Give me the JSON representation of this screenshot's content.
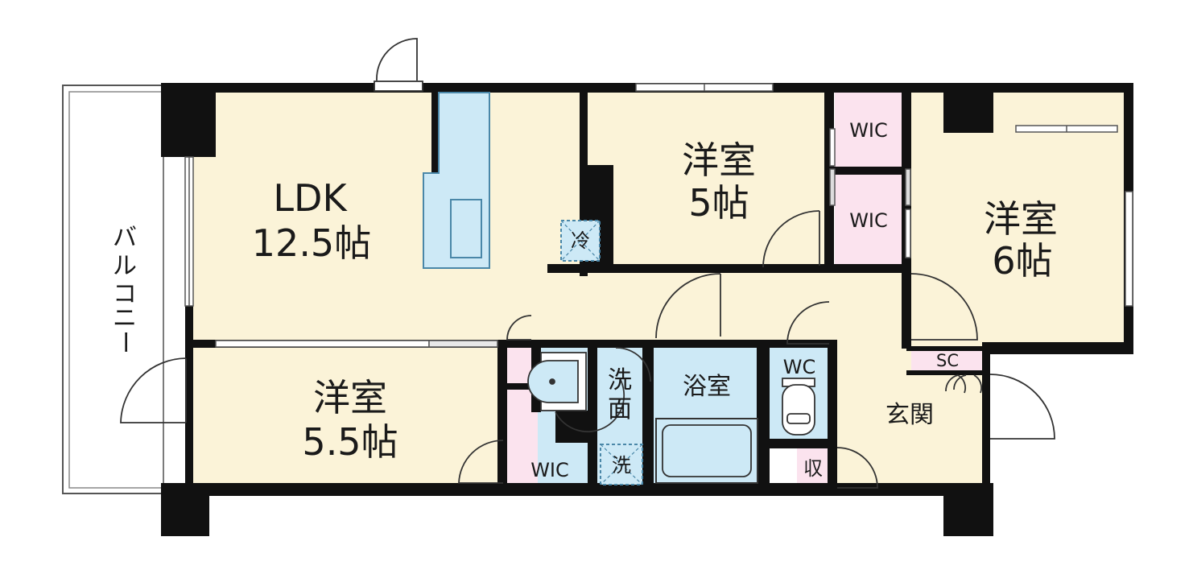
{
  "rooms": {
    "ldk": {
      "name": "LDK",
      "size": "12.5帖"
    },
    "western5": {
      "name": "洋室",
      "size": "5帖"
    },
    "western6": {
      "name": "洋室",
      "size": "6帖"
    },
    "western55": {
      "name": "洋室",
      "size": "5.5帖"
    },
    "wic_upper": "WIC",
    "wic_middle": "WIC",
    "wic_lower": "WIC",
    "wash_line1": "洗",
    "wash_line2": "面",
    "bath": "浴室",
    "wc": "WC",
    "sc": "SC",
    "entrance": "玄関",
    "storage": "収",
    "fridge": "冷",
    "washer": "洗"
  },
  "balcony": [
    "バ",
    "ル",
    "コ",
    "ニ",
    "ー"
  ],
  "colors": {
    "floor": "#fbf3d8",
    "wic": "#fbe3ee",
    "water": "#cde9f6",
    "wall": "#111111"
  }
}
